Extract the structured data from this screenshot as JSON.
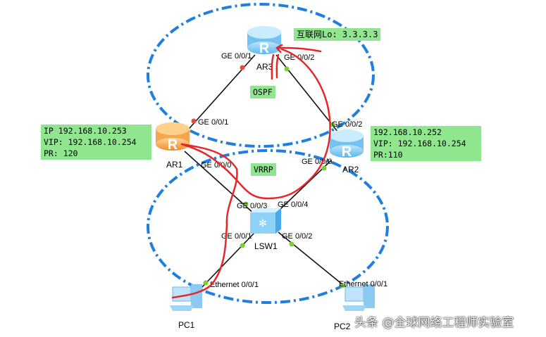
{
  "devices": {
    "ar3": "AR3",
    "ar1": "AR1",
    "ar2": "AR2",
    "lsw1": "LSW1",
    "pc1": "PC1",
    "pc2": "PC2"
  },
  "ports": {
    "ar3_left": "GE 0/0/1",
    "ar3_right": "GE 0/0/2",
    "ar1_top": "GE 0/0/1",
    "ar1_bottom": "GE 0/0/0",
    "ar2_top": "GE 0/0/2",
    "ar2_bottom": "GE 0/0/0",
    "lsw1_ar1": "GE 0/0/3",
    "lsw1_ar2": "GE 0/0/4",
    "lsw1_pc1": "GE 0/0/1",
    "lsw1_pc2": "GE 0/0/2",
    "pc1": "Ethernet 0/0/1",
    "pc2": "Ethernet 0/0/1"
  },
  "labels": {
    "internet": "互联网Lo: 3.3.3.3",
    "ospf": "OSPF",
    "vrrp": "VRRP",
    "ar1_info": [
      "IP 192.168.10.253",
      "VIP: 192.168.10.254",
      "PR: 120"
    ],
    "ar2_info": [
      "192.168.10.252",
      "VIP: 192.168.10.254",
      "PR:110"
    ]
  },
  "watermark": "头条 @全球网络工程师实验室",
  "colors": {
    "label_bg": "#8fe68f",
    "area_ring": "#1e7fe0",
    "annotation": "#e8262a",
    "port_down": "#e84a3a",
    "port_up": "#7bd030"
  }
}
